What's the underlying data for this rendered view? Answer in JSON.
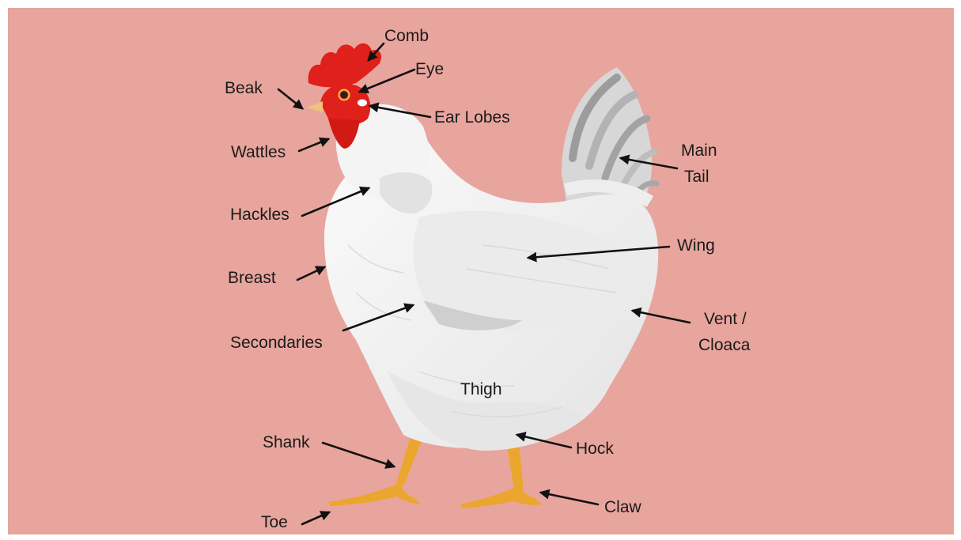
{
  "colors": {
    "background": "#e8a59d",
    "feathers": "#f2f2f2",
    "comb": "#e0201a",
    "legs": "#eba630",
    "tail_grey": "#a9a9a9"
  },
  "labels": {
    "comb": "Comb",
    "eye": "Eye",
    "beak": "Beak",
    "ear_lobes": "Ear Lobes",
    "wattles": "Wattles",
    "main_tail_line1": "Main",
    "main_tail_line2": "Tail",
    "hackles": "Hackles",
    "wing": "Wing",
    "breast": "Breast",
    "vent_line1": "Vent /",
    "vent_line2": "Cloaca",
    "secondaries": "Secondaries",
    "thigh": "Thigh",
    "shank": "Shank",
    "hock": "Hock",
    "claw": "Claw",
    "toe": "Toe"
  }
}
